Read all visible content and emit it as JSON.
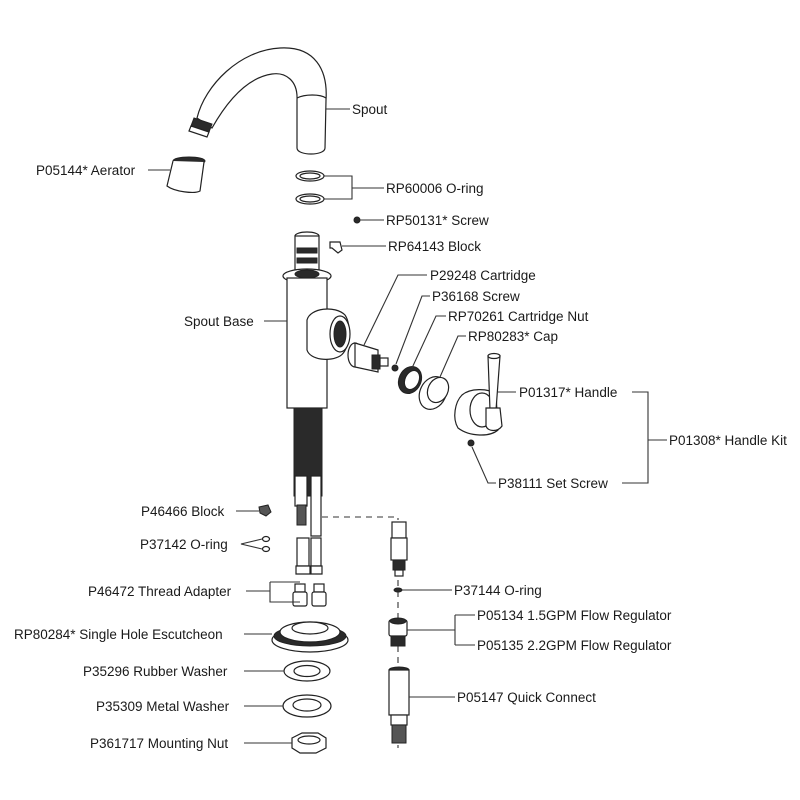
{
  "diagram": {
    "title": "Faucet Exploded Parts Diagram",
    "parts": {
      "spout": "Spout",
      "aerator": "P05144* Aerator",
      "oring_spout": "RP60006 O-ring",
      "screw_top": "RP50131* Screw",
      "block_top": "RP64143 Block",
      "cartridge": "P29248 Cartridge",
      "screw_cartridge": "P36168 Screw",
      "cartridge_nut": "RP70261 Cartridge Nut",
      "cap": "RP80283* Cap",
      "spout_base": "Spout Base",
      "handle": "P01317* Handle",
      "handle_kit": "P01308* Handle Kit",
      "set_screw": "P38111 Set Screw",
      "block_lower": "P46466 Block",
      "oring_lower": "P37142 O-ring",
      "thread_adapter": "P46472 Thread Adapter",
      "escutcheon": "RP80284* Single Hole Escutcheon",
      "rubber_washer": "P35296 Rubber Washer",
      "metal_washer": "P35309 Metal Washer",
      "mounting_nut": "P361717 Mounting Nut",
      "oring_hose": "P37144 O-ring",
      "flow_reg_15": "P05134 1.5GPM Flow Regulator",
      "flow_reg_22": "P05135 2.2GPM Flow Regulator",
      "quick_connect": "P05147 Quick Connect"
    }
  }
}
